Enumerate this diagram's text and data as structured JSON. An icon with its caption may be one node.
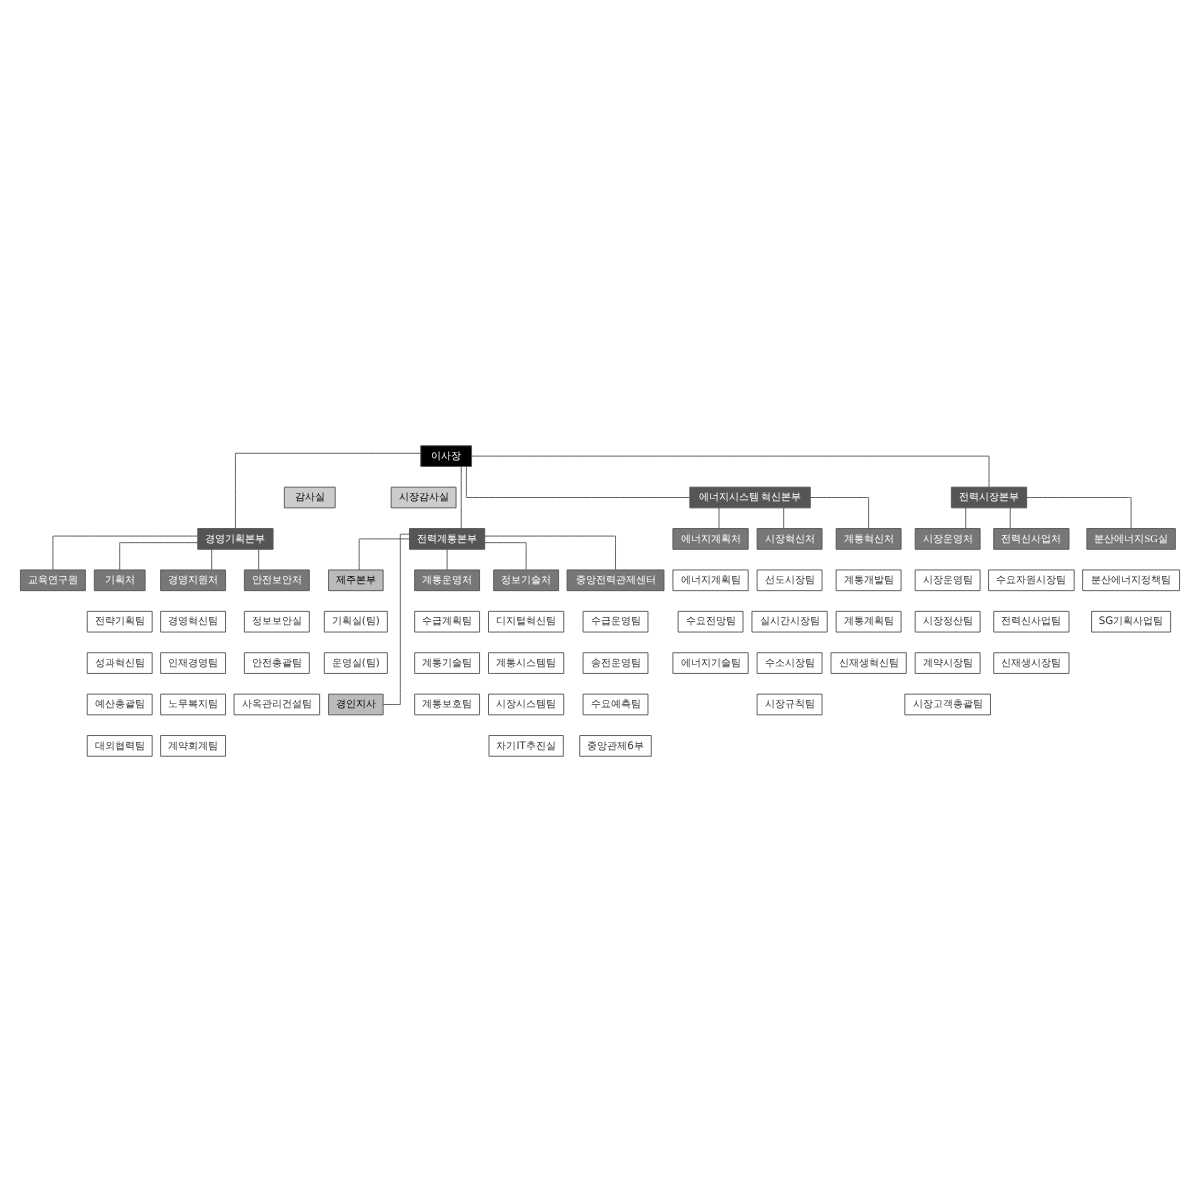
{
  "diagram": {
    "nodes": [
      {
        "text": [
          "이사장"
        ]
      },
      {
        "text": [
          "감사실"
        ]
      },
      {
        "text": [
          "시장감사실"
        ]
      },
      {
        "text": [
          "경영기획본부"
        ]
      },
      {
        "text": [
          "에너지시스템 혁신본부"
        ]
      },
      {
        "text": [
          "전력시장본부"
        ]
      },
      {
        "text": [
          "전력계통본부"
        ]
      },
      {
        "text": [
          "교육연구원"
        ]
      },
      {
        "text": [
          "제주본부"
        ]
      },
      {
        "text": [
          "기획실(팀)"
        ]
      },
      {
        "text": [
          "운영실(팀)"
        ]
      },
      {
        "text": [
          "경인지사"
        ]
      },
      {
        "text": [
          "기획처"
        ]
      },
      {
        "text": [
          "전략기획팀"
        ]
      },
      {
        "text": [
          "성과혁신팀"
        ]
      },
      {
        "text": [
          "예산총괄팀"
        ]
      },
      {
        "text": [
          "대외협력팀"
        ]
      },
      {
        "text": [
          "경영지원처"
        ]
      },
      {
        "text": [
          "경영혁신팀"
        ]
      },
      {
        "text": [
          "인재경영팀"
        ]
      },
      {
        "text": [
          "노무복지팀"
        ]
      },
      {
        "text": [
          "계약회계팀"
        ]
      },
      {
        "text": [
          "안전보안처"
        ]
      },
      {
        "text": [
          "정보보안실"
        ]
      },
      {
        "text": [
          "안전총괄팀"
        ]
      },
      {
        "text": [
          "사옥관리건설팀"
        ]
      },
      {
        "text": [
          "에너지계획처"
        ]
      },
      {
        "text": [
          "에너지계획팀"
        ]
      },
      {
        "text": [
          "수요전망팀"
        ]
      },
      {
        "text": [
          "에너지기술팀"
        ]
      },
      {
        "text": [
          "시장혁신처"
        ]
      },
      {
        "text": [
          "선도시장팀"
        ]
      },
      {
        "text": [
          "실시간시장팀"
        ]
      },
      {
        "text": [
          "수소시장팀"
        ]
      },
      {
        "text": [
          "시장규칙팀"
        ]
      },
      {
        "text": [
          "계통혁신처"
        ]
      },
      {
        "text": [
          "계통개발팀"
        ]
      },
      {
        "text": [
          "계통계획팀"
        ]
      },
      {
        "text": [
          "신재생혁신팀"
        ]
      },
      {
        "text": [
          "시장운영처"
        ]
      },
      {
        "text": [
          "시장운영팀"
        ]
      },
      {
        "text": [
          "시장정산팀"
        ]
      },
      {
        "text": [
          "계약시장팀"
        ]
      },
      {
        "text": [
          "시장고객총괄팀"
        ]
      },
      {
        "text": [
          "전력신사업처"
        ]
      },
      {
        "text": [
          "수요자원시장팀"
        ]
      },
      {
        "text": [
          "전력신사업팀"
        ]
      },
      {
        "text": [
          "신재생시장팀"
        ]
      },
      {
        "text": [
          "분산에너지SG실"
        ]
      },
      {
        "text": [
          "분산에너지정책팀"
        ]
      },
      {
        "text": [
          "SG기획사업팀"
        ]
      },
      {
        "text": [
          "계통운영처"
        ]
      },
      {
        "text": [
          "수급계획팀"
        ]
      },
      {
        "text": [
          "계통기술팀"
        ]
      },
      {
        "text": [
          "계통보호팀"
        ]
      },
      {
        "text": [
          "정보기술처"
        ]
      },
      {
        "text": [
          "디지털혁신팀"
        ]
      },
      {
        "text": [
          "계통시스템팀"
        ]
      },
      {
        "text": [
          "시장시스템팀"
        ]
      },
      {
        "text": [
          "차기IT추진실"
        ]
      },
      {
        "text": [
          "중앙전력관제센터"
        ]
      },
      {
        "text": [
          "수급운영팀"
        ]
      },
      {
        "text": [
          "송전운영팀"
        ]
      },
      {
        "text": [
          "수요예측팀"
        ]
      },
      {
        "text": [
          "중앙관제6부"
        ]
      }
    ],
    "edges": [
      {
        "from": 0,
        "to": 3,
        "arrow": "none"
      },
      {
        "from": 0,
        "to": 4,
        "arrow": "none"
      },
      {
        "from": 0,
        "to": 5,
        "arrow": "none"
      },
      {
        "from": 0,
        "to": 6,
        "arrow": "none"
      },
      {
        "from": 3,
        "to": 7,
        "arrow": "none"
      },
      {
        "from": 3,
        "to": 12,
        "arrow": "none"
      },
      {
        "from": 3,
        "to": 17,
        "arrow": "none"
      },
      {
        "from": 3,
        "to": 22,
        "arrow": "none"
      },
      {
        "from": 4,
        "to": 26,
        "arrow": "none"
      },
      {
        "from": 4,
        "to": 30,
        "arrow": "none"
      },
      {
        "from": 4,
        "to": 35,
        "arrow": "none"
      },
      {
        "from": 5,
        "to": 39,
        "arrow": "none"
      },
      {
        "from": 5,
        "to": 44,
        "arrow": "none"
      },
      {
        "from": 5,
        "to": 48,
        "arrow": "none"
      },
      {
        "from": 6,
        "to": 8,
        "arrow": "none"
      },
      {
        "from": 6,
        "to": 11,
        "arrow": "none"
      },
      {
        "from": 6,
        "to": 51,
        "arrow": "none"
      },
      {
        "from": 6,
        "to": 55,
        "arrow": "none"
      },
      {
        "from": 6,
        "to": 60,
        "arrow": "none"
      }
    ]
  }
}
